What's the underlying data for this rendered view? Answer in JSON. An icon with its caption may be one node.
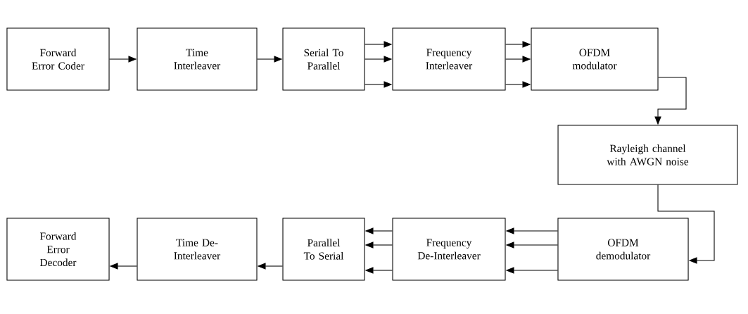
{
  "diagram": {
    "nodes": [
      {
        "text": [
          "Forward Error Coder"
        ]
      },
      {
        "text": [
          "Time Interleaver"
        ]
      },
      {
        "text": [
          "Serial To Parallel"
        ]
      },
      {
        "text": [
          "Frequency Interleaver"
        ]
      },
      {
        "text": [
          "OFDM modulator"
        ]
      },
      {
        "text": [
          "Rayleigh channel with AWGN noise"
        ]
      },
      {
        "text": [
          "OFDM demodulator"
        ]
      },
      {
        "text": [
          "Frequency De-Interleaver"
        ]
      },
      {
        "text": [
          "Parallel To Serial"
        ]
      },
      {
        "text": [
          "Time De-Interleaver"
        ]
      },
      {
        "text": [
          "Forward Error Decoder"
        ]
      }
    ],
    "edges": [
      {
        "from": 0,
        "to": 1,
        "arrow": "to"
      },
      {
        "from": 1,
        "to": 2,
        "arrow": "to"
      },
      {
        "from": 2,
        "to": 3,
        "arrow": "to"
      },
      {
        "from": 2,
        "to": 3,
        "arrow": "to"
      },
      {
        "from": 2,
        "to": 3,
        "arrow": "to"
      },
      {
        "from": 3,
        "to": 4,
        "arrow": "to"
      },
      {
        "from": 3,
        "to": 4,
        "arrow": "to"
      },
      {
        "from": 3,
        "to": 4,
        "arrow": "to"
      },
      {
        "from": 4,
        "to": 5,
        "arrow": "to"
      },
      {
        "from": 5,
        "to": 6,
        "arrow": "to"
      },
      {
        "from": 6,
        "to": 7,
        "arrow": "to"
      },
      {
        "from": 6,
        "to": 7,
        "arrow": "to"
      },
      {
        "from": 6,
        "to": 7,
        "arrow": "to"
      },
      {
        "from": 7,
        "to": 8,
        "arrow": "to"
      },
      {
        "from": 7,
        "to": 8,
        "arrow": "to"
      },
      {
        "from": 7,
        "to": 8,
        "arrow": "to"
      },
      {
        "from": 8,
        "to": 9,
        "arrow": "to"
      },
      {
        "from": 9,
        "to": 10,
        "arrow": "to"
      }
    ]
  }
}
